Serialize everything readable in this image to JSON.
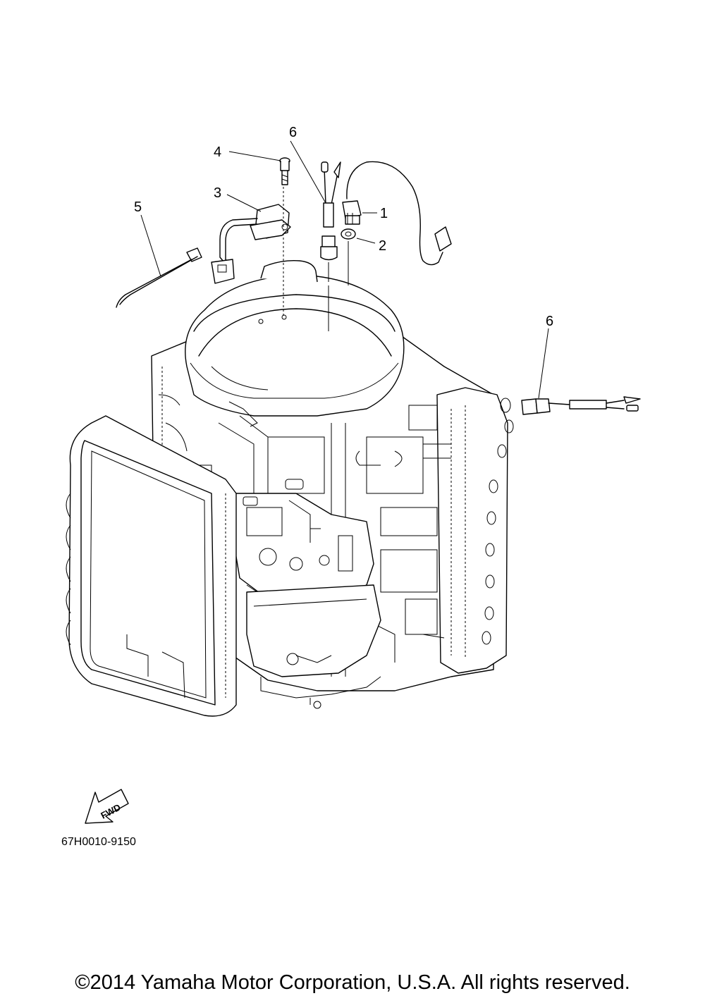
{
  "callouts": [
    {
      "id": "1",
      "label": "1"
    },
    {
      "id": "2",
      "label": "2"
    },
    {
      "id": "3",
      "label": "3"
    },
    {
      "id": "4",
      "label": "4"
    },
    {
      "id": "5",
      "label": "5"
    },
    {
      "id": "6a",
      "label": "6"
    },
    {
      "id": "6b",
      "label": "6"
    }
  ],
  "fwd_label": "FWD",
  "drawing_code": "67H0010-9150",
  "copyright": "©2014 Yamaha Motor Corporation, U.S.A. All rights reserved."
}
